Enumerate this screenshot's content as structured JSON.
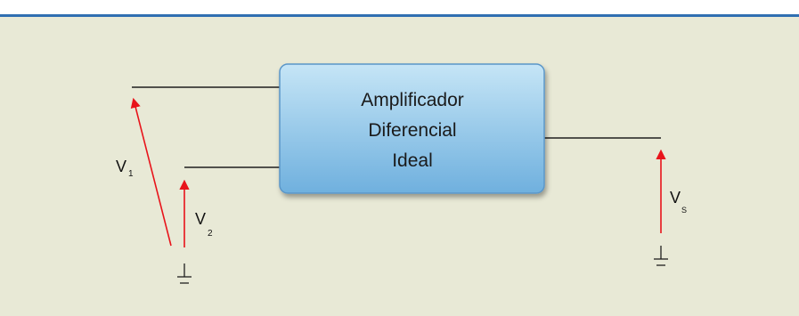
{
  "colors": {
    "background": "#e8e9d6",
    "top_bar": "#2f6fb1",
    "arrow": "#e8141b",
    "wire": "#1f1f1f",
    "box_top": "#c5e5f6",
    "box_bottom": "#6fb0de",
    "box_border": "#5a96c8"
  },
  "amplifier": {
    "line1": "Amplificador",
    "line2": "Diferencial",
    "line3": "Ideal"
  },
  "labels": {
    "v1_main": "V",
    "v1_sub": "1",
    "v2_main": "V",
    "v2_sub": "2",
    "vs_main": "V",
    "vs_sub": "S"
  }
}
